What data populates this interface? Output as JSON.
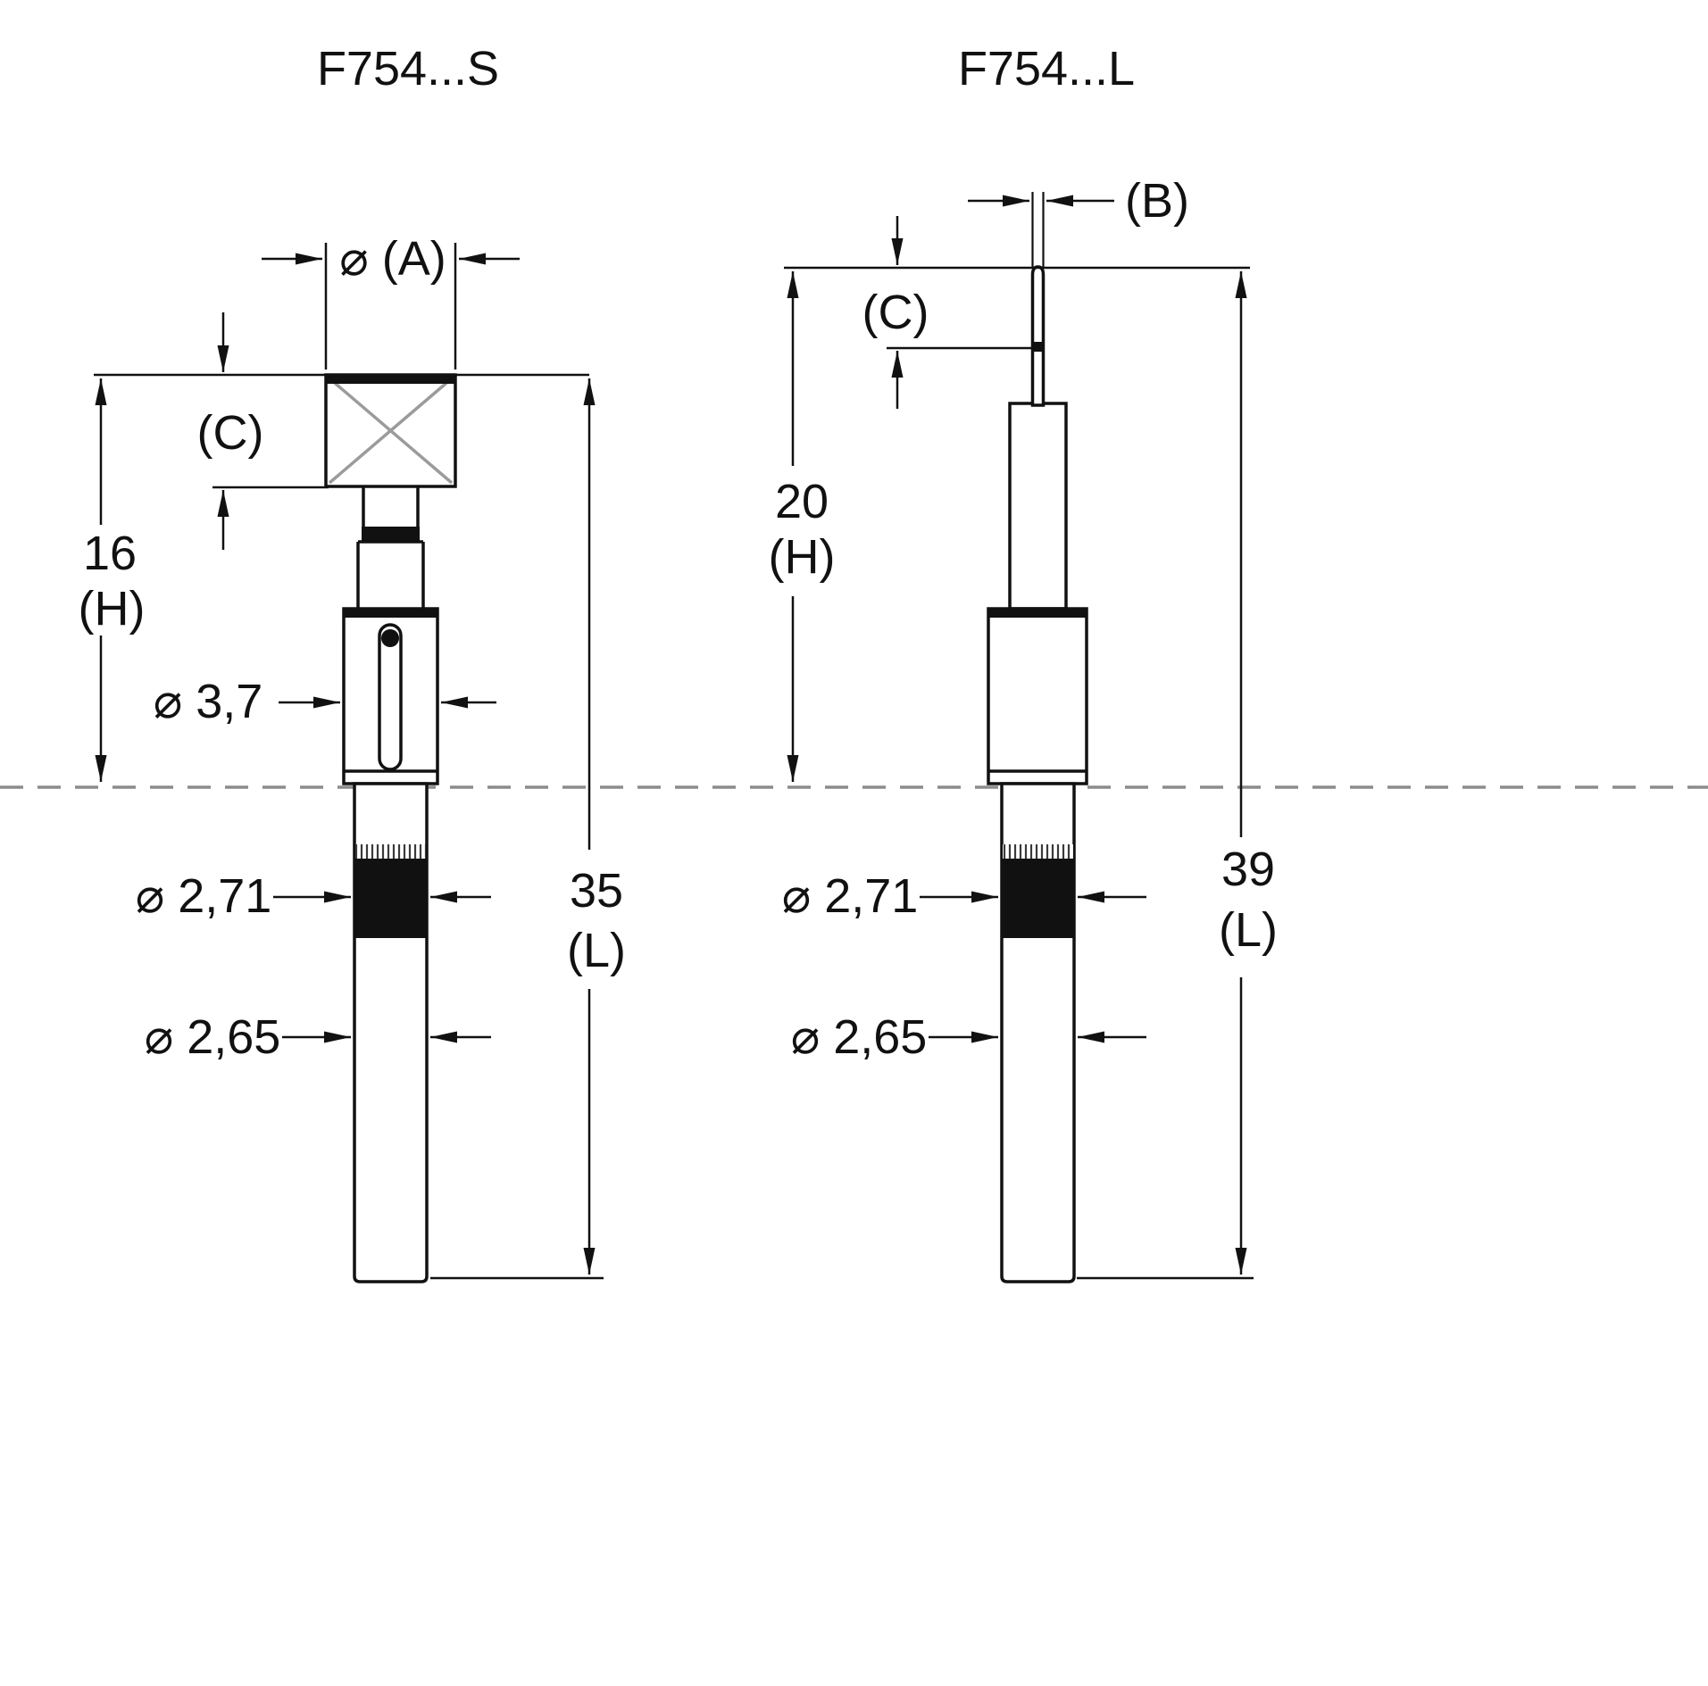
{
  "left": {
    "title": "F754...S",
    "dim_a": "⌀ (A)",
    "dim_c": "(C)",
    "dim_h_value": "16",
    "dim_h_label": "(H)",
    "dim_d37": "⌀ 3,7",
    "dim_d271": "⌀ 2,71",
    "dim_d265": "⌀ 2,65",
    "dim_l_value": "35",
    "dim_l_label": "(L)"
  },
  "right": {
    "title": "F754...L",
    "dim_b": "(B)",
    "dim_c": "(C)",
    "dim_h_value": "20",
    "dim_h_label": "(H)",
    "dim_d271": "⌀ 2,71",
    "dim_d265": "⌀ 2,65",
    "dim_l_value": "39",
    "dim_l_label": "(L)"
  },
  "colors": {
    "line": "#111111",
    "cross_gray": "#9b9b9b",
    "centerline_gray": "#8c8c8c",
    "fill_black": "#000000",
    "background": "#ffffff"
  }
}
